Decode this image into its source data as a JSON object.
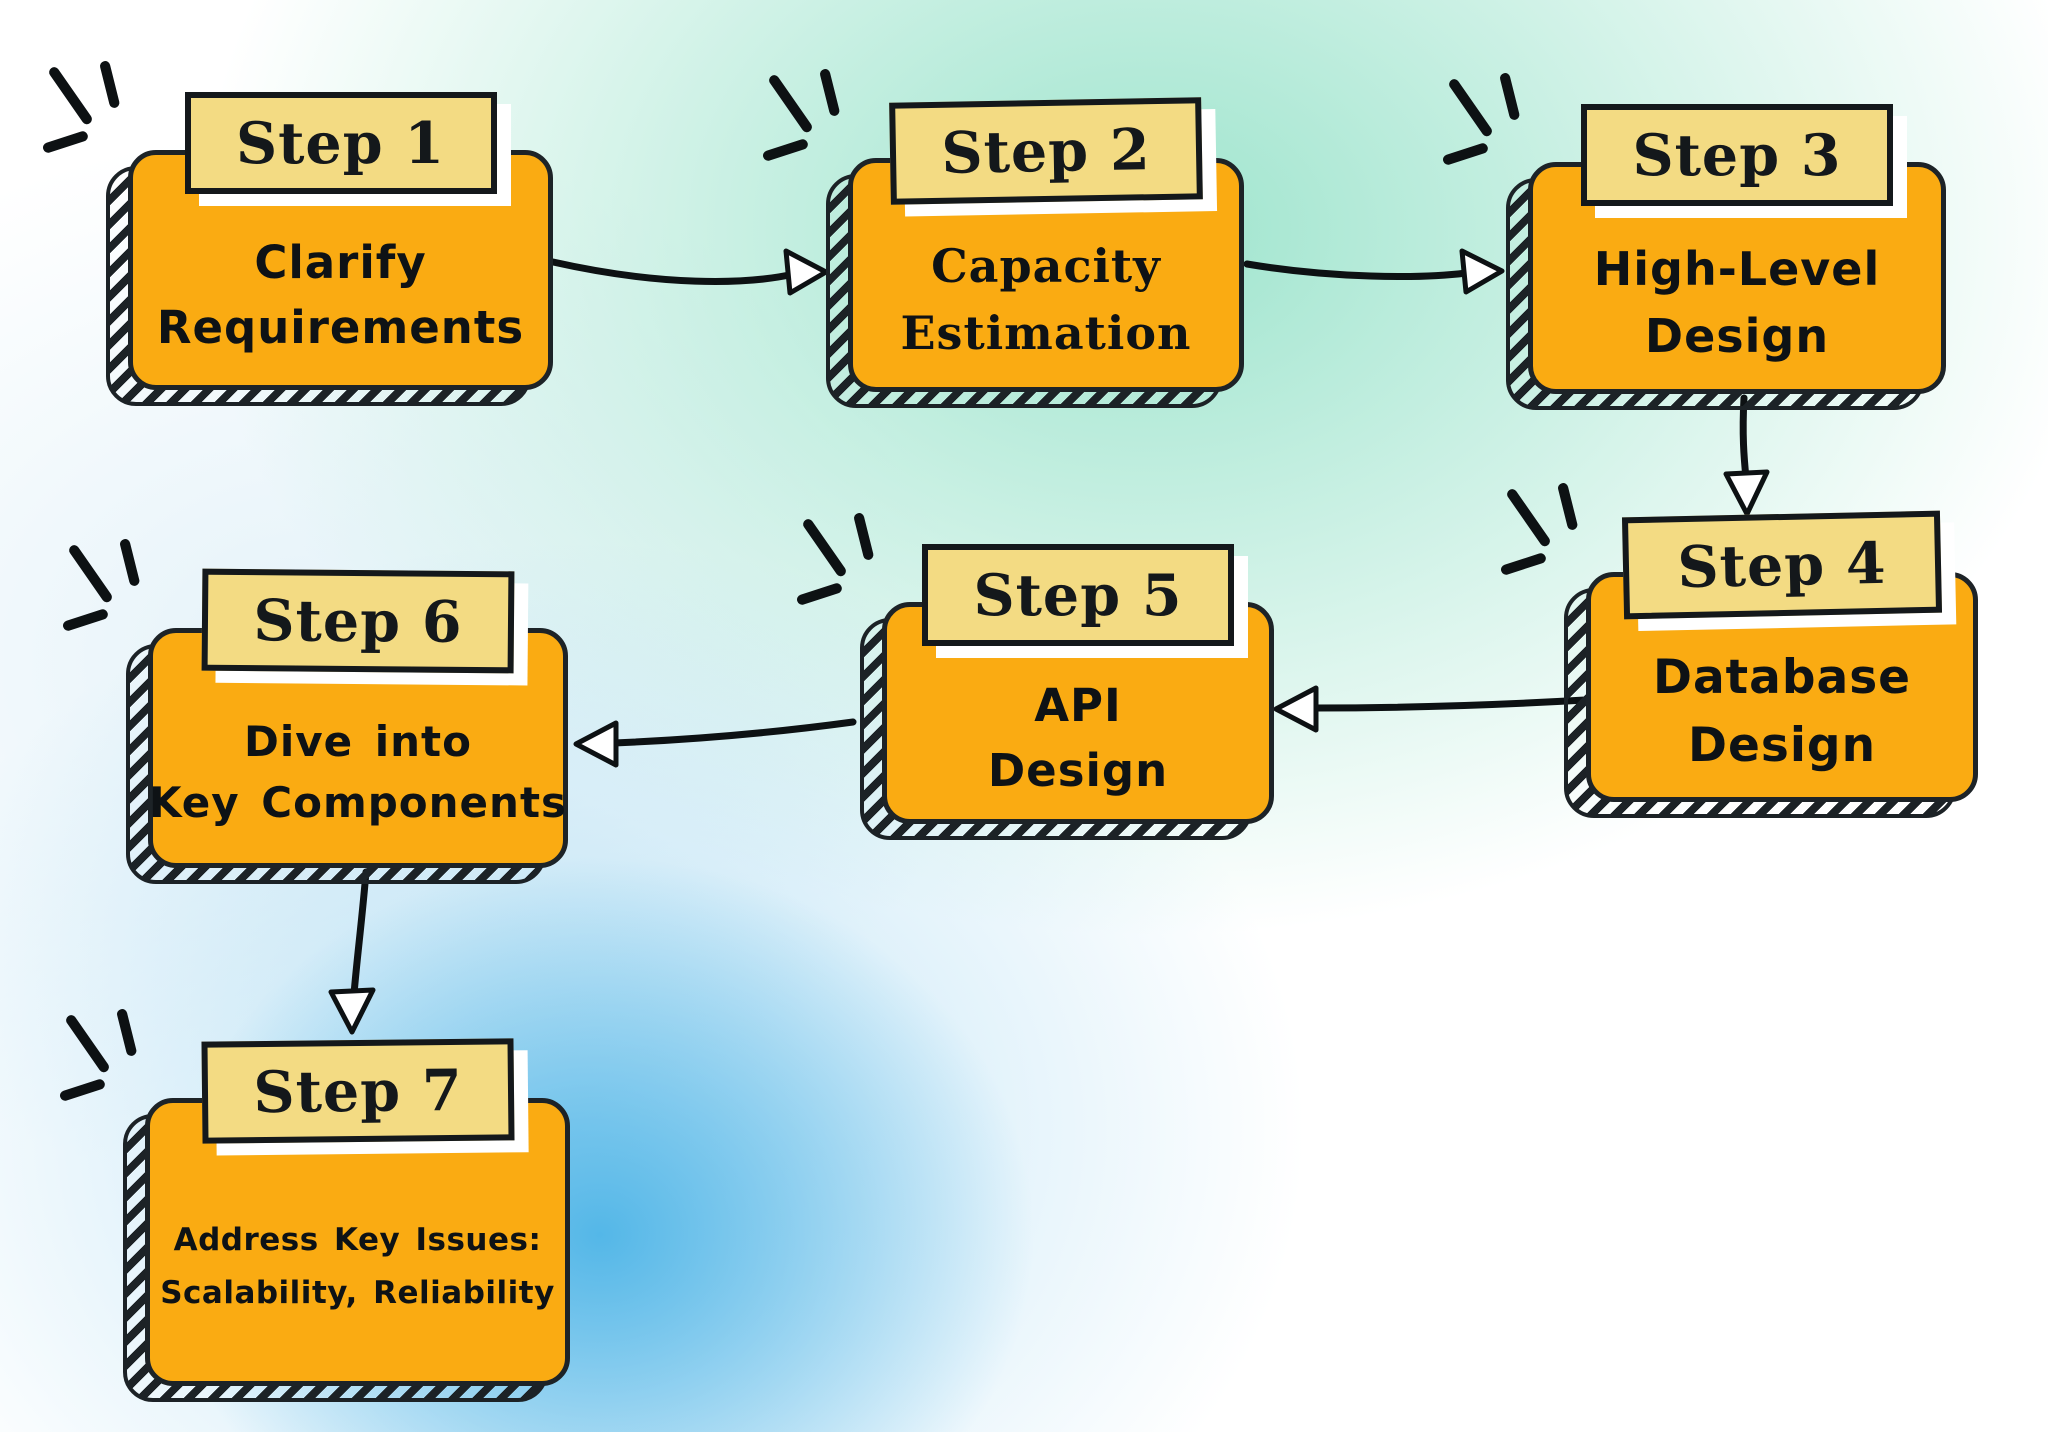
{
  "steps": [
    {
      "label": "Step 1",
      "line1": "Clarify",
      "line2": "Requirements"
    },
    {
      "label": "Step 2",
      "line1": "Capacity",
      "line2": "Estimation"
    },
    {
      "label": "Step 3",
      "line1": "High-Level",
      "line2": "Design"
    },
    {
      "label": "Step 4",
      "line1": "Database",
      "line2": "Design"
    },
    {
      "label": "Step 5",
      "line1": "API",
      "line2": "Design"
    },
    {
      "label": "Step 6",
      "line1": "Dive into",
      "line2": "Key Components"
    },
    {
      "label": "Step 7",
      "line1": "Address Key Issues:",
      "line2": "Scalability, Reliability"
    }
  ],
  "connections": [
    {
      "from": "Step 1",
      "to": "Step 2"
    },
    {
      "from": "Step 2",
      "to": "Step 3"
    },
    {
      "from": "Step 3",
      "to": "Step 4"
    },
    {
      "from": "Step 4",
      "to": "Step 5"
    },
    {
      "from": "Step 5",
      "to": "Step 6"
    },
    {
      "from": "Step 6",
      "to": "Step 7"
    }
  ],
  "colors": {
    "card_orange": "#FAAB12",
    "tab_yellow": "#F3DB83",
    "outline_black": "#14181B",
    "arrowhead_fill": "#FFFFFF",
    "bg_teal": "#B9E8D7",
    "bg_blue": "#4FB5E7",
    "bg_white": "#FFFFFF"
  }
}
